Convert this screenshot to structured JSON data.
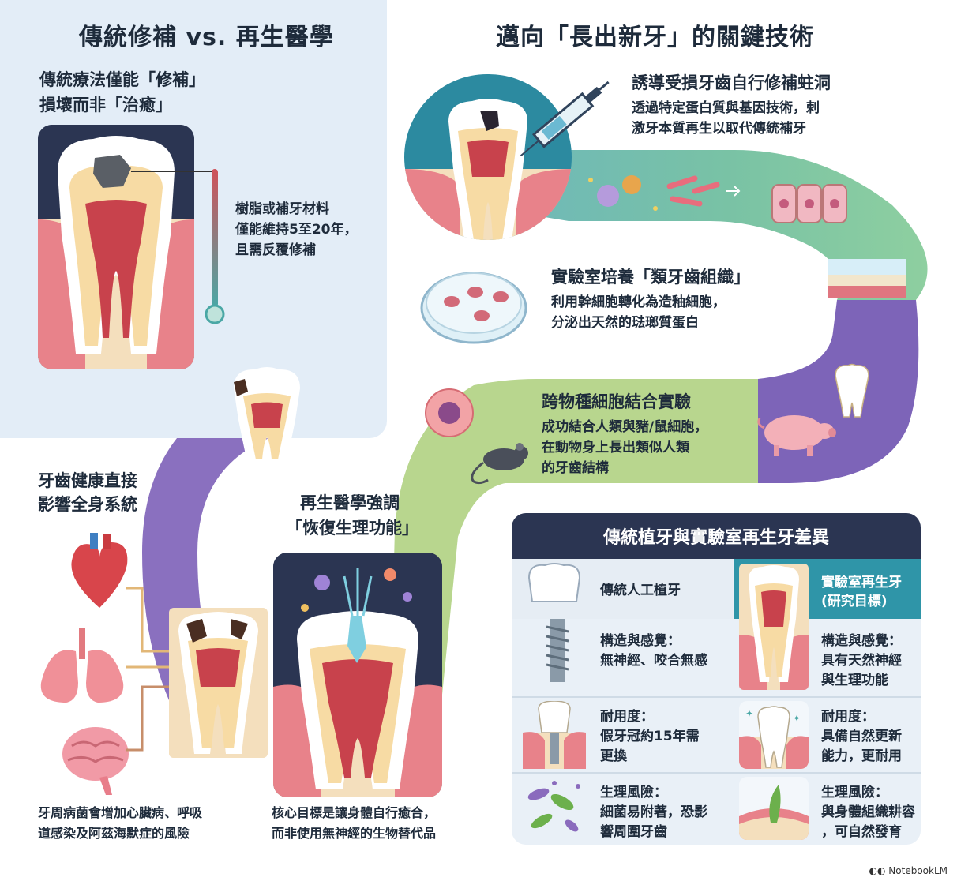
{
  "left": {
    "title": "傳統修補 vs. 再生醫學",
    "limit_line1": "傳統療法僅能「修補」",
    "limit_line2": "損壞而非「治癒」",
    "filling_line1": "樹脂或補牙材料",
    "filling_line2": "僅能維持5至20年，",
    "filling_line3": "且需反覆修補",
    "systemic_line1": "牙齒健康直接",
    "systemic_line2": "影響全身系統",
    "risk_line1": "牙周病菌會增加心臟病、呼吸",
    "risk_line2": "道感染及阿茲海默症的風險",
    "regen_line1": "再生醫學強調",
    "regen_line2": "「恢復生理功能」",
    "goal_line1": "核心目標是讓身體自行癒合，",
    "goal_line2": "而非使用無神經的生物替代品"
  },
  "right": {
    "title": "邁向「長出新牙」的關鍵技術",
    "tech1_title": "誘導受損牙齒自行修補蛀洞",
    "tech1_line1": "透過特定蛋白質與基因技術，刺",
    "tech1_line2": "激牙本質再生以取代傳統補牙",
    "tech2_title": "實驗室培養「類牙齒組織」",
    "tech2_line1": "利用幹細胞轉化為造釉細胞，",
    "tech2_line2": "分泌出天然的琺瑯質蛋白",
    "tech3_title": "跨物種細胞結合實驗",
    "tech3_line1": "成功結合人類與豬/鼠細胞，",
    "tech3_line2": "在動物身上長出類似人類",
    "tech3_line3": "的牙齒結構"
  },
  "table": {
    "title": "傳統植牙與實驗室再生牙差異",
    "col1": "傳統人工植牙",
    "col2_line1": "實驗室再生牙",
    "col2_line2": "(研究目標)",
    "r1_left_line1": "構造與感覺：",
    "r1_left_line2": "無神經、咬合無感",
    "r1_right_line1": "構造與感覺：",
    "r1_right_line2": "具有天然神經",
    "r1_right_line3": "與生理功能",
    "r2_left_line1": "耐用度：",
    "r2_left_line2": "假牙冠約15年需",
    "r2_left_line3": "更換",
    "r2_right_line1": "耐用度：",
    "r2_right_line2": "具備自然更新",
    "r2_right_line3": "能力，更耐用",
    "r3_left_line1": "生理風險：",
    "r3_left_line2": "細菌易附著，恐影",
    "r3_left_line3": "響周圍牙齒",
    "r3_right_line1": "生理風險：",
    "r3_right_line2": "與身體組織耕容",
    "r3_right_line3": "，可自然發育"
  },
  "footer": {
    "brand": "NotebookLM"
  },
  "colors": {
    "navy": "#2b3552",
    "purple": "#7b5fb0",
    "teal": "#4aa7a5",
    "green": "#b9d88c",
    "gum": "#e8828a",
    "enamel": "#ffffff",
    "dentin": "#f7dba4",
    "pulp": "#c8424c"
  }
}
